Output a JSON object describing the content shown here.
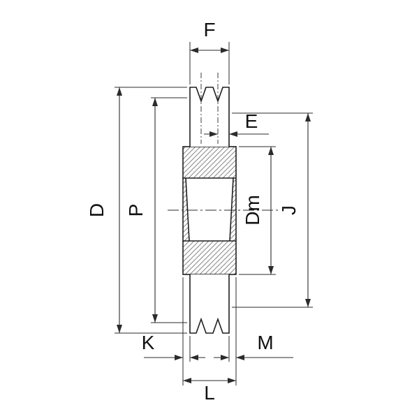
{
  "drawing": {
    "kind": "pulley cross-section dimension drawing",
    "colors": {
      "background": "#ffffff",
      "line": "#1f1f1f",
      "dimension_line": "#2b2b2b",
      "hatch": "#777777",
      "text": "#111111"
    },
    "labels": {
      "f": "F",
      "e": "E",
      "d": "D",
      "p": "P",
      "dm": "Dm",
      "j": "J",
      "k": "K",
      "m": "M",
      "l": "L"
    }
  }
}
